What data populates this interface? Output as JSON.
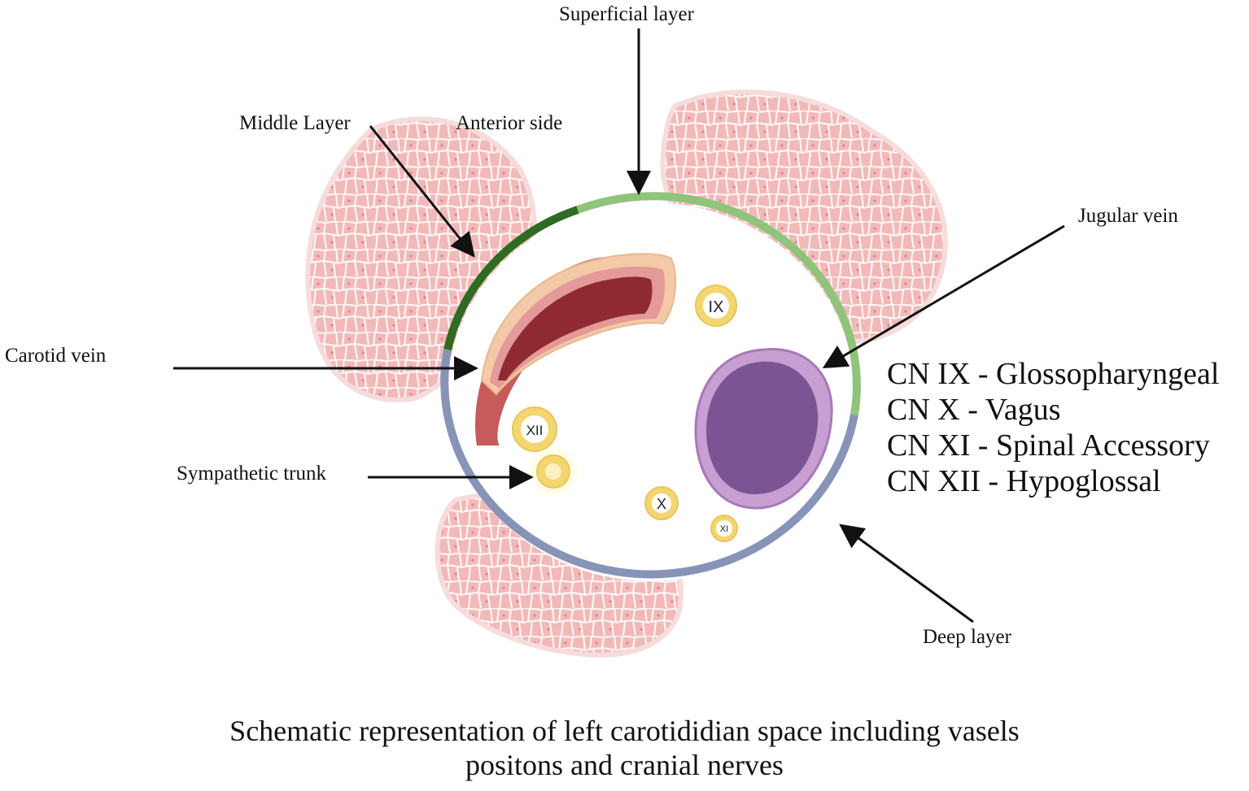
{
  "labels": {
    "superficial_layer": "Superficial layer",
    "middle_layer": "Middle Layer",
    "anterior_side": "Anterior side",
    "jugular_vein": "Jugular vein",
    "carotid_vein": "Carotid vein",
    "sympathetic_trunk": "Sympathetic trunk",
    "deep_layer": "Deep layer"
  },
  "nerves": {
    "ix": "IX",
    "x": "X",
    "xi": "XI",
    "xii": "XII"
  },
  "legend": [
    "CN IX - Glossopharyngeal",
    "CN X - Vagus",
    "CN XI - Spinal Accessory",
    "CN XII - Hypoglossal"
  ],
  "caption": {
    "line1": "Schematic representation of left carotididian space including vasels",
    "line2": "positons and cranial nerves"
  },
  "colors": {
    "superficial_layer": "#8fc47a",
    "middle_layer": "#2f6b22",
    "deep_layer": "#8794b8",
    "muscle": "#f1b8b8",
    "carotid": "#a83a3e",
    "jugular": "#7b5593",
    "nerve": "#f3d670"
  }
}
